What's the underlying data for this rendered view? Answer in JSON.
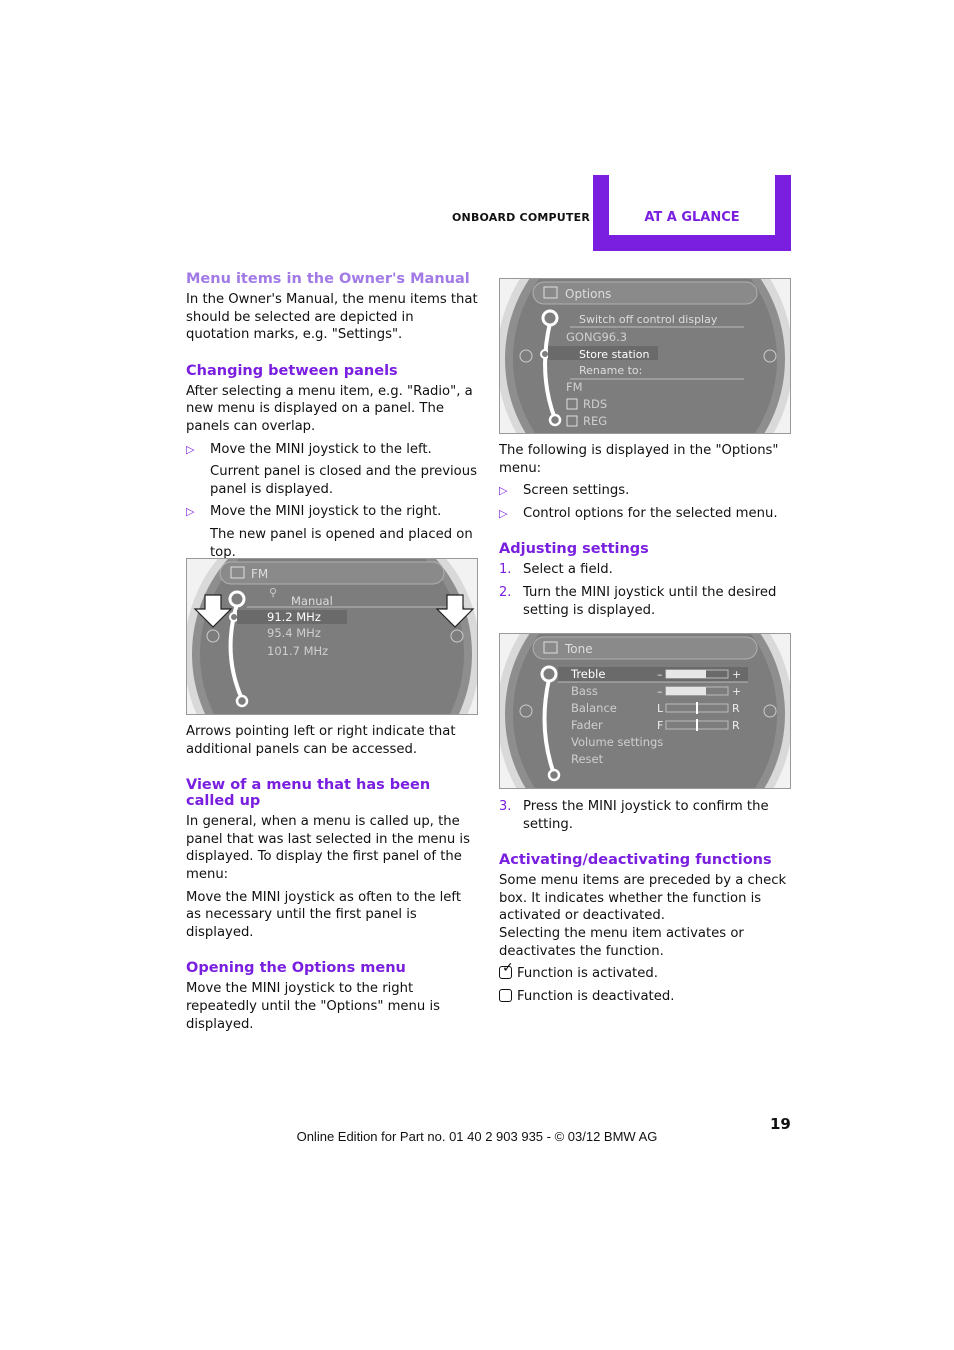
{
  "header": {
    "section": "ONBOARD COMPUTER",
    "tab": "AT A GLANCE"
  },
  "left": {
    "h1": "Menu items in the Owner's Manual",
    "p1": "In the Owner's Manual, the menu items that should be selected are depicted in quotation marks, e.g. \"Settings\".",
    "h2": "Changing between panels",
    "p2": "After selecting a menu item, e.g. \"Radio\", a new menu is displayed on a panel. The panels can overlap.",
    "b1": "Move the MINI joystick to the left.",
    "b1sub": "Current panel is closed and the previous panel is displayed.",
    "b2": "Move the MINI joystick to the right.",
    "b2sub": "The new panel is opened and placed on top.",
    "caption": "Arrows pointing left or right indicate that additional panels can be accessed.",
    "h3": "View of a menu that has been called up",
    "p3": "In general, when a menu is called up, the panel that was last selected in the menu is displayed. To display the first panel of the menu:",
    "p4": "Move the MINI joystick as often to the left as necessary until the first panel is displayed.",
    "h4": "Opening the Options menu",
    "p5": "Move the MINI joystick to the right repeatedly until the \"Options\" menu is displayed."
  },
  "fm_screen": {
    "title": "FM",
    "items": [
      "Manual",
      "91.2 MHz",
      "95.4 MHz",
      "101.7 MHz"
    ]
  },
  "options_screen": {
    "title": "Options",
    "items": [
      "Switch off control display",
      "GONG96.3",
      "Store station",
      "Rename to:",
      "FM",
      "RDS",
      "REG"
    ]
  },
  "tone_screen": {
    "title": "Tone",
    "items": [
      "Treble",
      "Bass",
      "Balance",
      "Fader",
      "Volume settings",
      "Reset"
    ],
    "marks": [
      [
        "–",
        "+"
      ],
      [
        "–",
        "+"
      ],
      [
        "L",
        "R"
      ],
      [
        "F",
        "R"
      ]
    ]
  },
  "right": {
    "p1": "The following is displayed in the \"Options\" menu:",
    "b1": "Screen settings.",
    "b2": "Control options for the selected menu.",
    "h1": "Adjusting settings",
    "n1": "1.",
    "s1": "Select a field.",
    "n2": "2.",
    "s2": "Turn the MINI joystick until the desired setting is displayed.",
    "n3": "3.",
    "s3": "Press the MINI joystick to confirm the setting.",
    "h2": "Activating/deactivating functions",
    "p2": "Some menu items are preceded by a check box. It indicates whether the function is activated or deactivated.",
    "p3": "Selecting the menu item activates or deactivates the function.",
    "c1": "Function is activated.",
    "c2": "Function is deactivated."
  },
  "page_number": "19",
  "footer": "Online Edition for Part no. 01 40 2 903 935 - © 03/12 BMW AG"
}
